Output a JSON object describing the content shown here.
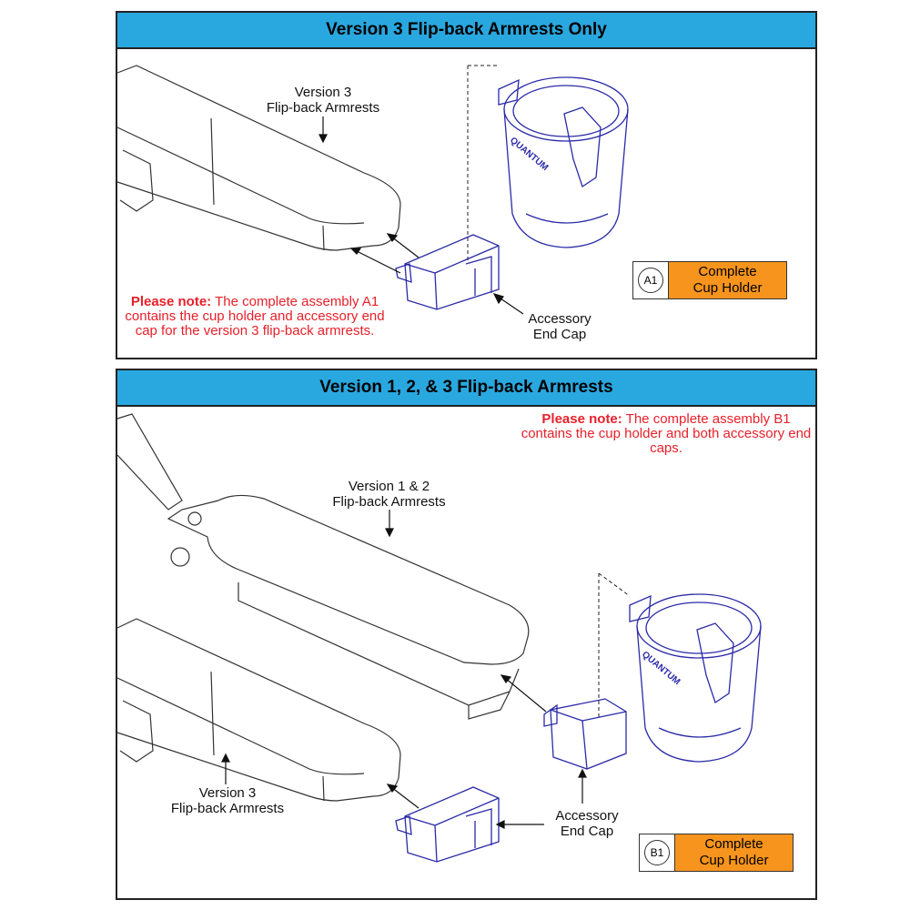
{
  "panel_a": {
    "title": "Version 3 Flip-back Armrests Only",
    "armrest_label": "Version 3\nFlip-back Armrests",
    "end_cap_label": "Accessory\nEnd Cap",
    "note_lead": "Please note:",
    "note_text": " The complete assembly A1 contains the cup holder and accessory end cap for the version 3 flip-back armrests.",
    "tag": {
      "id": "A1",
      "name": "Complete\nCup Holder"
    },
    "cup_brand": "QUANTUM"
  },
  "panel_b": {
    "title": "Version 1, 2, & 3 Flip-back Armrests",
    "note_lead": "Please note:",
    "note_text": " The complete assembly B1 contains the cup holder and both accessory end caps.",
    "armrest_v12_label": "Version 1 & 2\nFlip-back Armrests",
    "armrest_v3_label": "Version 3\nFlip-back Armrests",
    "end_cap_label": "Accessory\nEnd Cap",
    "tag": {
      "id": "B1",
      "name": "Complete\nCup Holder"
    },
    "cup_brand": "QUANTUM"
  },
  "colors": {
    "header": "#29a8e0",
    "tag": "#f7941d",
    "note": "#e8202a",
    "part_line": "#2a2aa8"
  }
}
